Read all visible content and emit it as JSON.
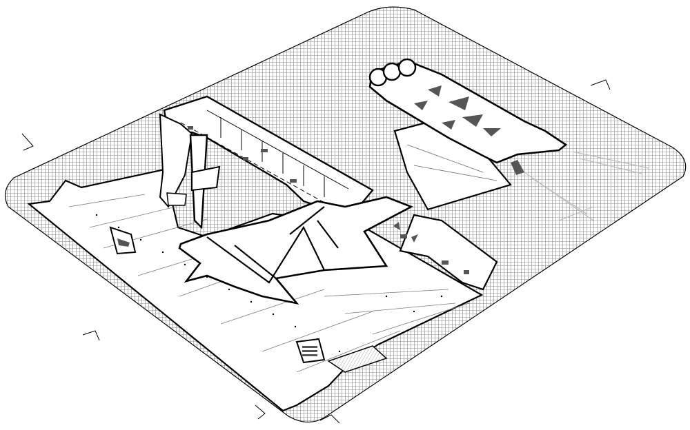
{
  "drawing": {
    "type": "axonometric-floor-plan",
    "view": "isometric",
    "text_labels": [],
    "colors": {
      "background": "#ffffff",
      "site_hatch": "#8a8a8a",
      "wall": "#000000",
      "floor": "#ffffff",
      "fill_dark": "#555555",
      "thin_line": "#6e6e6e"
    },
    "elements": [
      "site-plinth",
      "parking-hall",
      "north-wing",
      "zigzag-atrium",
      "cathedral-building",
      "east-wing",
      "south-core",
      "stairs",
      "north-arrows"
    ]
  }
}
